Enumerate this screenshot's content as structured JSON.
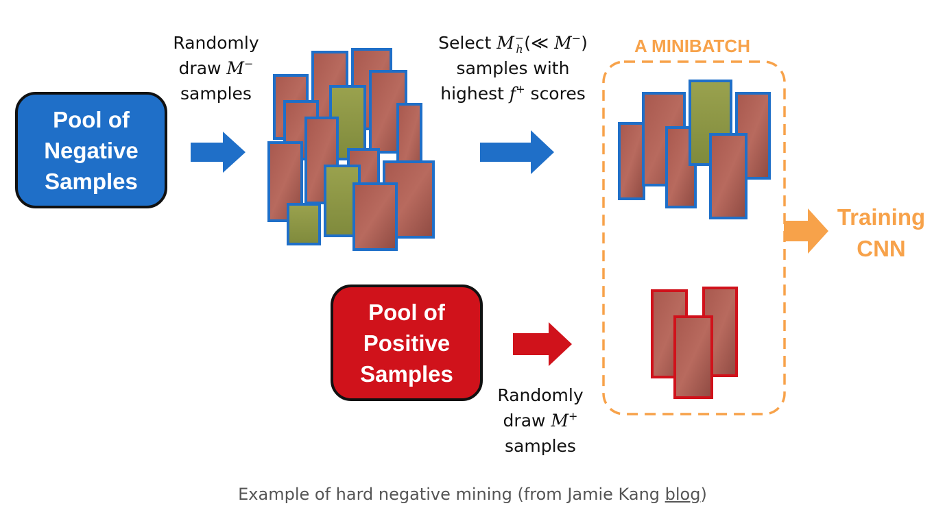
{
  "diagram": {
    "negative_pool": {
      "lines": [
        "Pool of",
        "Negative",
        "Samples"
      ]
    },
    "positive_pool": {
      "lines": [
        "Pool of",
        "Positive",
        "Samples"
      ]
    },
    "draw_negative_label": {
      "line1": "Randomly",
      "line2_prefix": "draw ",
      "symbol": "M",
      "superscript": "−",
      "line3": "samples"
    },
    "select_label": {
      "line1_prefix": "Select ",
      "symbol": "M",
      "superscript": "−",
      "subscript": "h",
      "paren_open": "(≪ ",
      "paren_symbol": "M",
      "paren_superscript": "−",
      "paren_close": ")",
      "line2": "samples with",
      "line3_prefix": "highest ",
      "score_symbol": "f",
      "score_superscript": "+",
      "line3_suffix": " scores"
    },
    "draw_positive_label": {
      "line1": "Randomly",
      "line2_prefix": "draw ",
      "symbol": "M",
      "superscript": "+",
      "line3": "samples"
    },
    "minibatch_label": "A MINIBATCH",
    "training_label": {
      "lines": [
        "Training",
        "CNN"
      ]
    },
    "colors": {
      "negative": "#1f6fc8",
      "positive": "#d0121b",
      "accent": "#f7a24a",
      "crop_border_negative": "#1f6fc8",
      "crop_border_positive": "#d0121b"
    }
  },
  "caption": {
    "text": "Example of hard negative mining (from Jamie Kang ",
    "link": "blog",
    "suffix": ")"
  }
}
